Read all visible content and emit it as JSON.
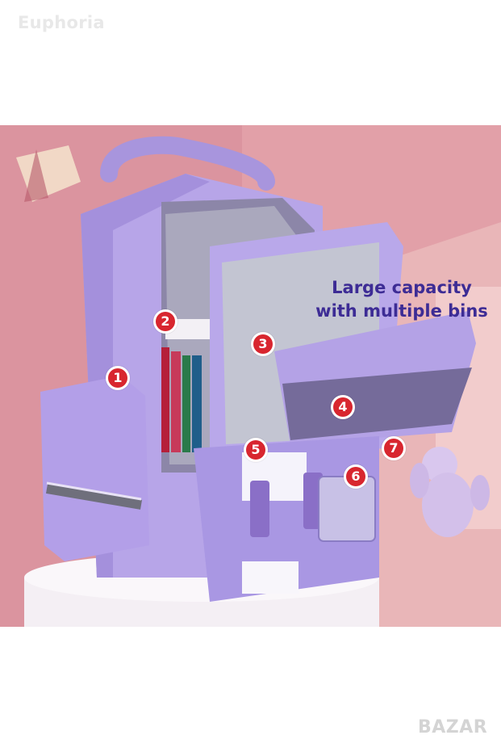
{
  "watermark": {
    "brand": "Euphoria"
  },
  "caption": {
    "line1": "Large capacity",
    "line2": "with multiple bins"
  },
  "callouts": [
    "1",
    "2",
    "3",
    "4",
    "5",
    "6",
    "7"
  ],
  "site_logo": {
    "text": "BAZAR"
  },
  "colors": {
    "background_pink": "#e6a6ae",
    "bag_lavender": "#b7a5e8",
    "badge_red": "#d8262f",
    "caption_navy": "#3d2c95"
  }
}
